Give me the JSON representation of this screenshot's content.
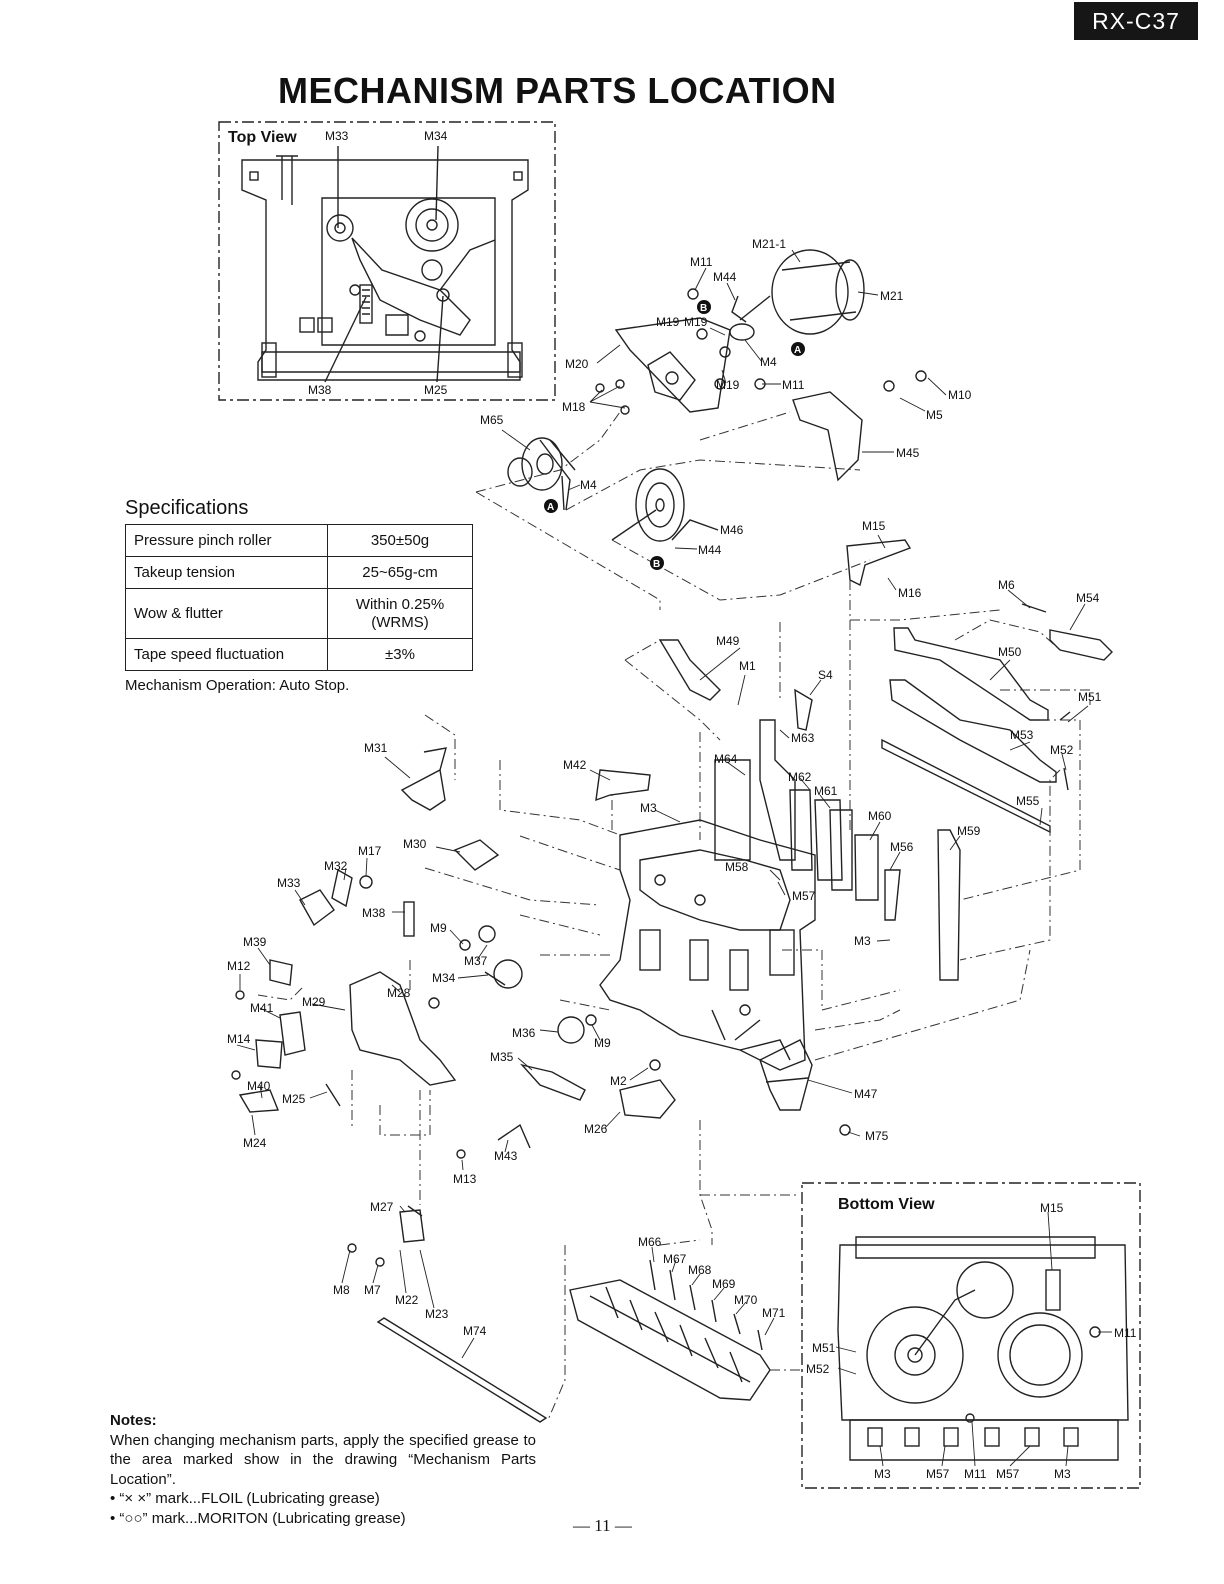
{
  "model": "RX-C37",
  "title": "MECHANISM PARTS LOCATION",
  "top_view": {
    "title": "Top View",
    "labels": [
      "M33",
      "M34",
      "M38",
      "M25"
    ]
  },
  "bottom_view": {
    "title": "Bottom View",
    "labels": [
      "M15",
      "M11",
      "M51",
      "M52",
      "M3",
      "M57",
      "M11",
      "M57",
      "M3"
    ]
  },
  "specifications": {
    "heading": "Specifications",
    "rows": [
      {
        "item": "Pressure pinch roller",
        "value": "350±50g"
      },
      {
        "item": "Takeup tension",
        "value": "25~65g-cm"
      },
      {
        "item": "Wow & flutter",
        "value": "Within 0.25% (WRMS)"
      },
      {
        "item": "Tape speed fluctuation",
        "value": "±3%"
      }
    ],
    "operation": "Mechanism Operation: Auto Stop."
  },
  "part_labels": [
    "M21-1",
    "M11",
    "M44",
    "M21",
    "M19",
    "M19",
    "M20",
    "M4",
    "M19",
    "M11",
    "M18",
    "M10",
    "M5",
    "M65",
    "M45",
    "M4",
    "M46",
    "M44",
    "M15",
    "M16",
    "M6",
    "M54",
    "M49",
    "M1",
    "M50",
    "S4",
    "M51",
    "M63",
    "M53",
    "M31",
    "M64",
    "M42",
    "M62",
    "M52",
    "M61",
    "M55",
    "M3",
    "M60",
    "M59",
    "M30",
    "M17",
    "M56",
    "M32",
    "M58",
    "M57",
    "M33",
    "M38",
    "M9",
    "M3",
    "M39",
    "M37",
    "M12",
    "M28",
    "M34",
    "M41",
    "M29",
    "M14",
    "M36",
    "M9",
    "M35",
    "M40",
    "M2",
    "M25",
    "M47",
    "M26",
    "M24",
    "M75",
    "M43",
    "M13",
    "M27",
    "M66",
    "M67",
    "M68",
    "M8",
    "M7",
    "M69",
    "M22",
    "M70",
    "M23",
    "M71",
    "M74"
  ],
  "notes": {
    "title": "Notes:",
    "body": "When changing mechanism parts, apply the specified grease to the area marked show in the drawing “Mechanism Parts Location”.",
    "bullets": [
      "• “× ×” mark...FLOIL (Lubricating grease)",
      "• “○○” mark...MORITON (Lubricating grease)"
    ]
  },
  "page_number": "— 11 —"
}
